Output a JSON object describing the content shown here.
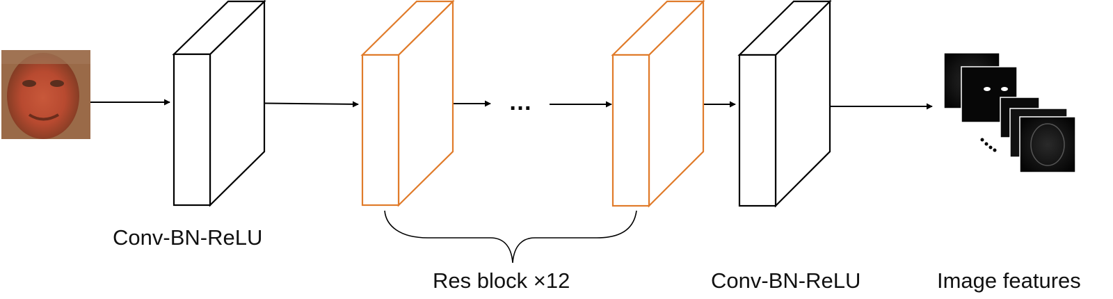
{
  "labels": {
    "conv1": "Conv-BN-ReLU",
    "res": "Res block ×12",
    "conv2": "Conv-BN-ReLU",
    "features": "Image features"
  },
  "ellipsis": "…",
  "colors": {
    "conv_block": "#000000",
    "res_block": "#e07b2a",
    "arrow": "#000000"
  },
  "icons": {
    "input": "face-photo-icon",
    "output": "feature-maps-stack-icon"
  }
}
